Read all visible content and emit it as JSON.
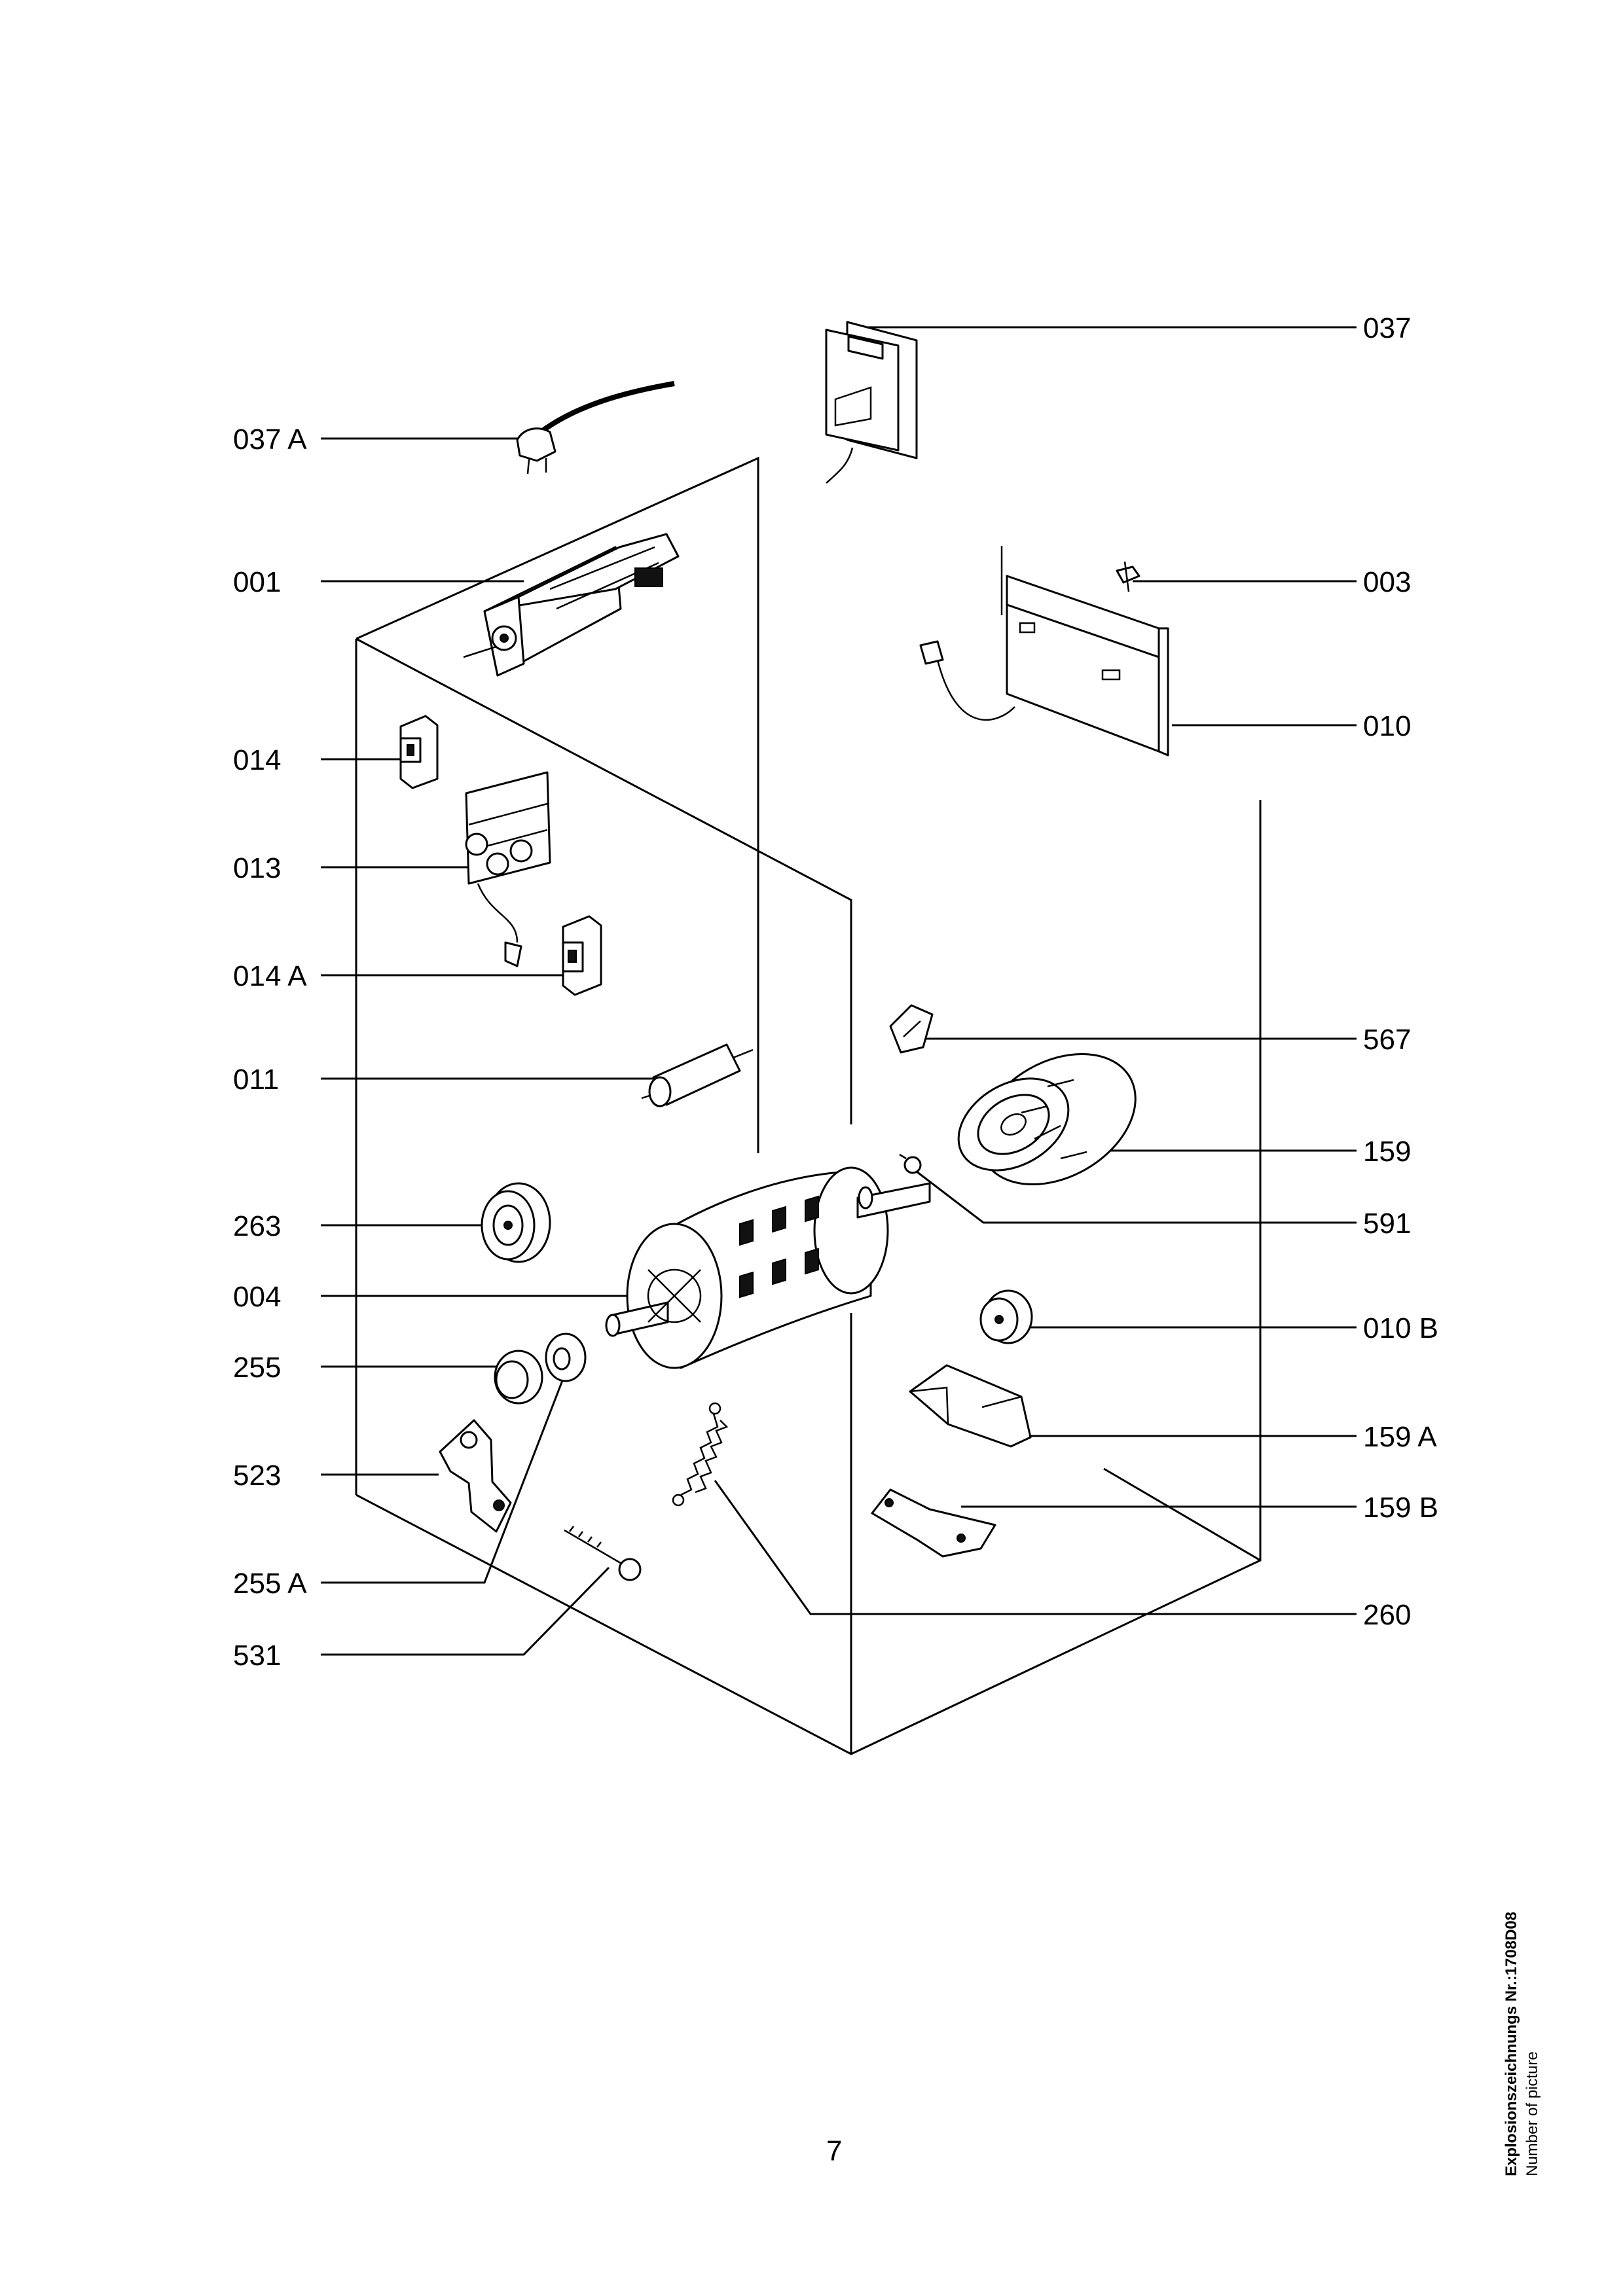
{
  "labels": {
    "l037": "037",
    "l037a": "037 A",
    "l001": "001",
    "l003": "003",
    "l010": "010",
    "l014": "014",
    "l013": "013",
    "l014a": "014 A",
    "l567": "567",
    "l011": "011",
    "l159": "159",
    "l263": "263",
    "l591": "591",
    "l004": "004",
    "l010b": "010 B",
    "l255": "255",
    "l159a": "159 A",
    "l523": "523",
    "l159b": "159 B",
    "l255a": "255 A",
    "l260": "260",
    "l531": "531"
  },
  "page_number": "7",
  "drawing_code": {
    "title": "Explosionszeichnungs Nr.:1708D08",
    "subtitle": "Number of picture"
  }
}
